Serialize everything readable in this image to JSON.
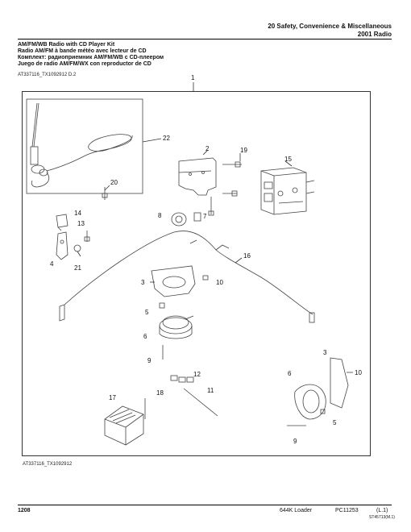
{
  "header": {
    "section": "20 Safety, Convenience & Miscellaneous",
    "subsection": "2001 Radio"
  },
  "titles": [
    "AM/FM/WB Radio with CD Player Kit",
    "Radio AM/FM à bande météo avec lecteur de CD",
    "Комплект: радиоприемник AM/FM/WB с CD-плеером",
    "Juego de radio AM/FM/WX con reproductor de CD"
  ],
  "figure_ref_top": "AT337116_TX1092912 D.2",
  "figure_ref_bottom": "AT337116_TX1092912",
  "callouts": {
    "c1": "1",
    "c2": "2",
    "c19": "19",
    "c15": "15",
    "c22": "22",
    "c20": "20",
    "c14": "14",
    "c13": "13",
    "c8": "8",
    "c7": "7",
    "c16": "16",
    "c4": "4",
    "c21": "21",
    "c3a": "3",
    "c10a": "10",
    "c5a": "5",
    "c6a": "6",
    "c9a": "9",
    "c12": "12",
    "c11": "11",
    "c17": "17",
    "c18": "18",
    "c3b": "3",
    "c6b": "6",
    "c10b": "10",
    "c5b": "5",
    "c9b": "9"
  },
  "footer": {
    "page": "1208",
    "model": "644K Loader",
    "doc": "PC11253",
    "rev": "(L.1)",
    "code": "ST45713(M.1)"
  }
}
